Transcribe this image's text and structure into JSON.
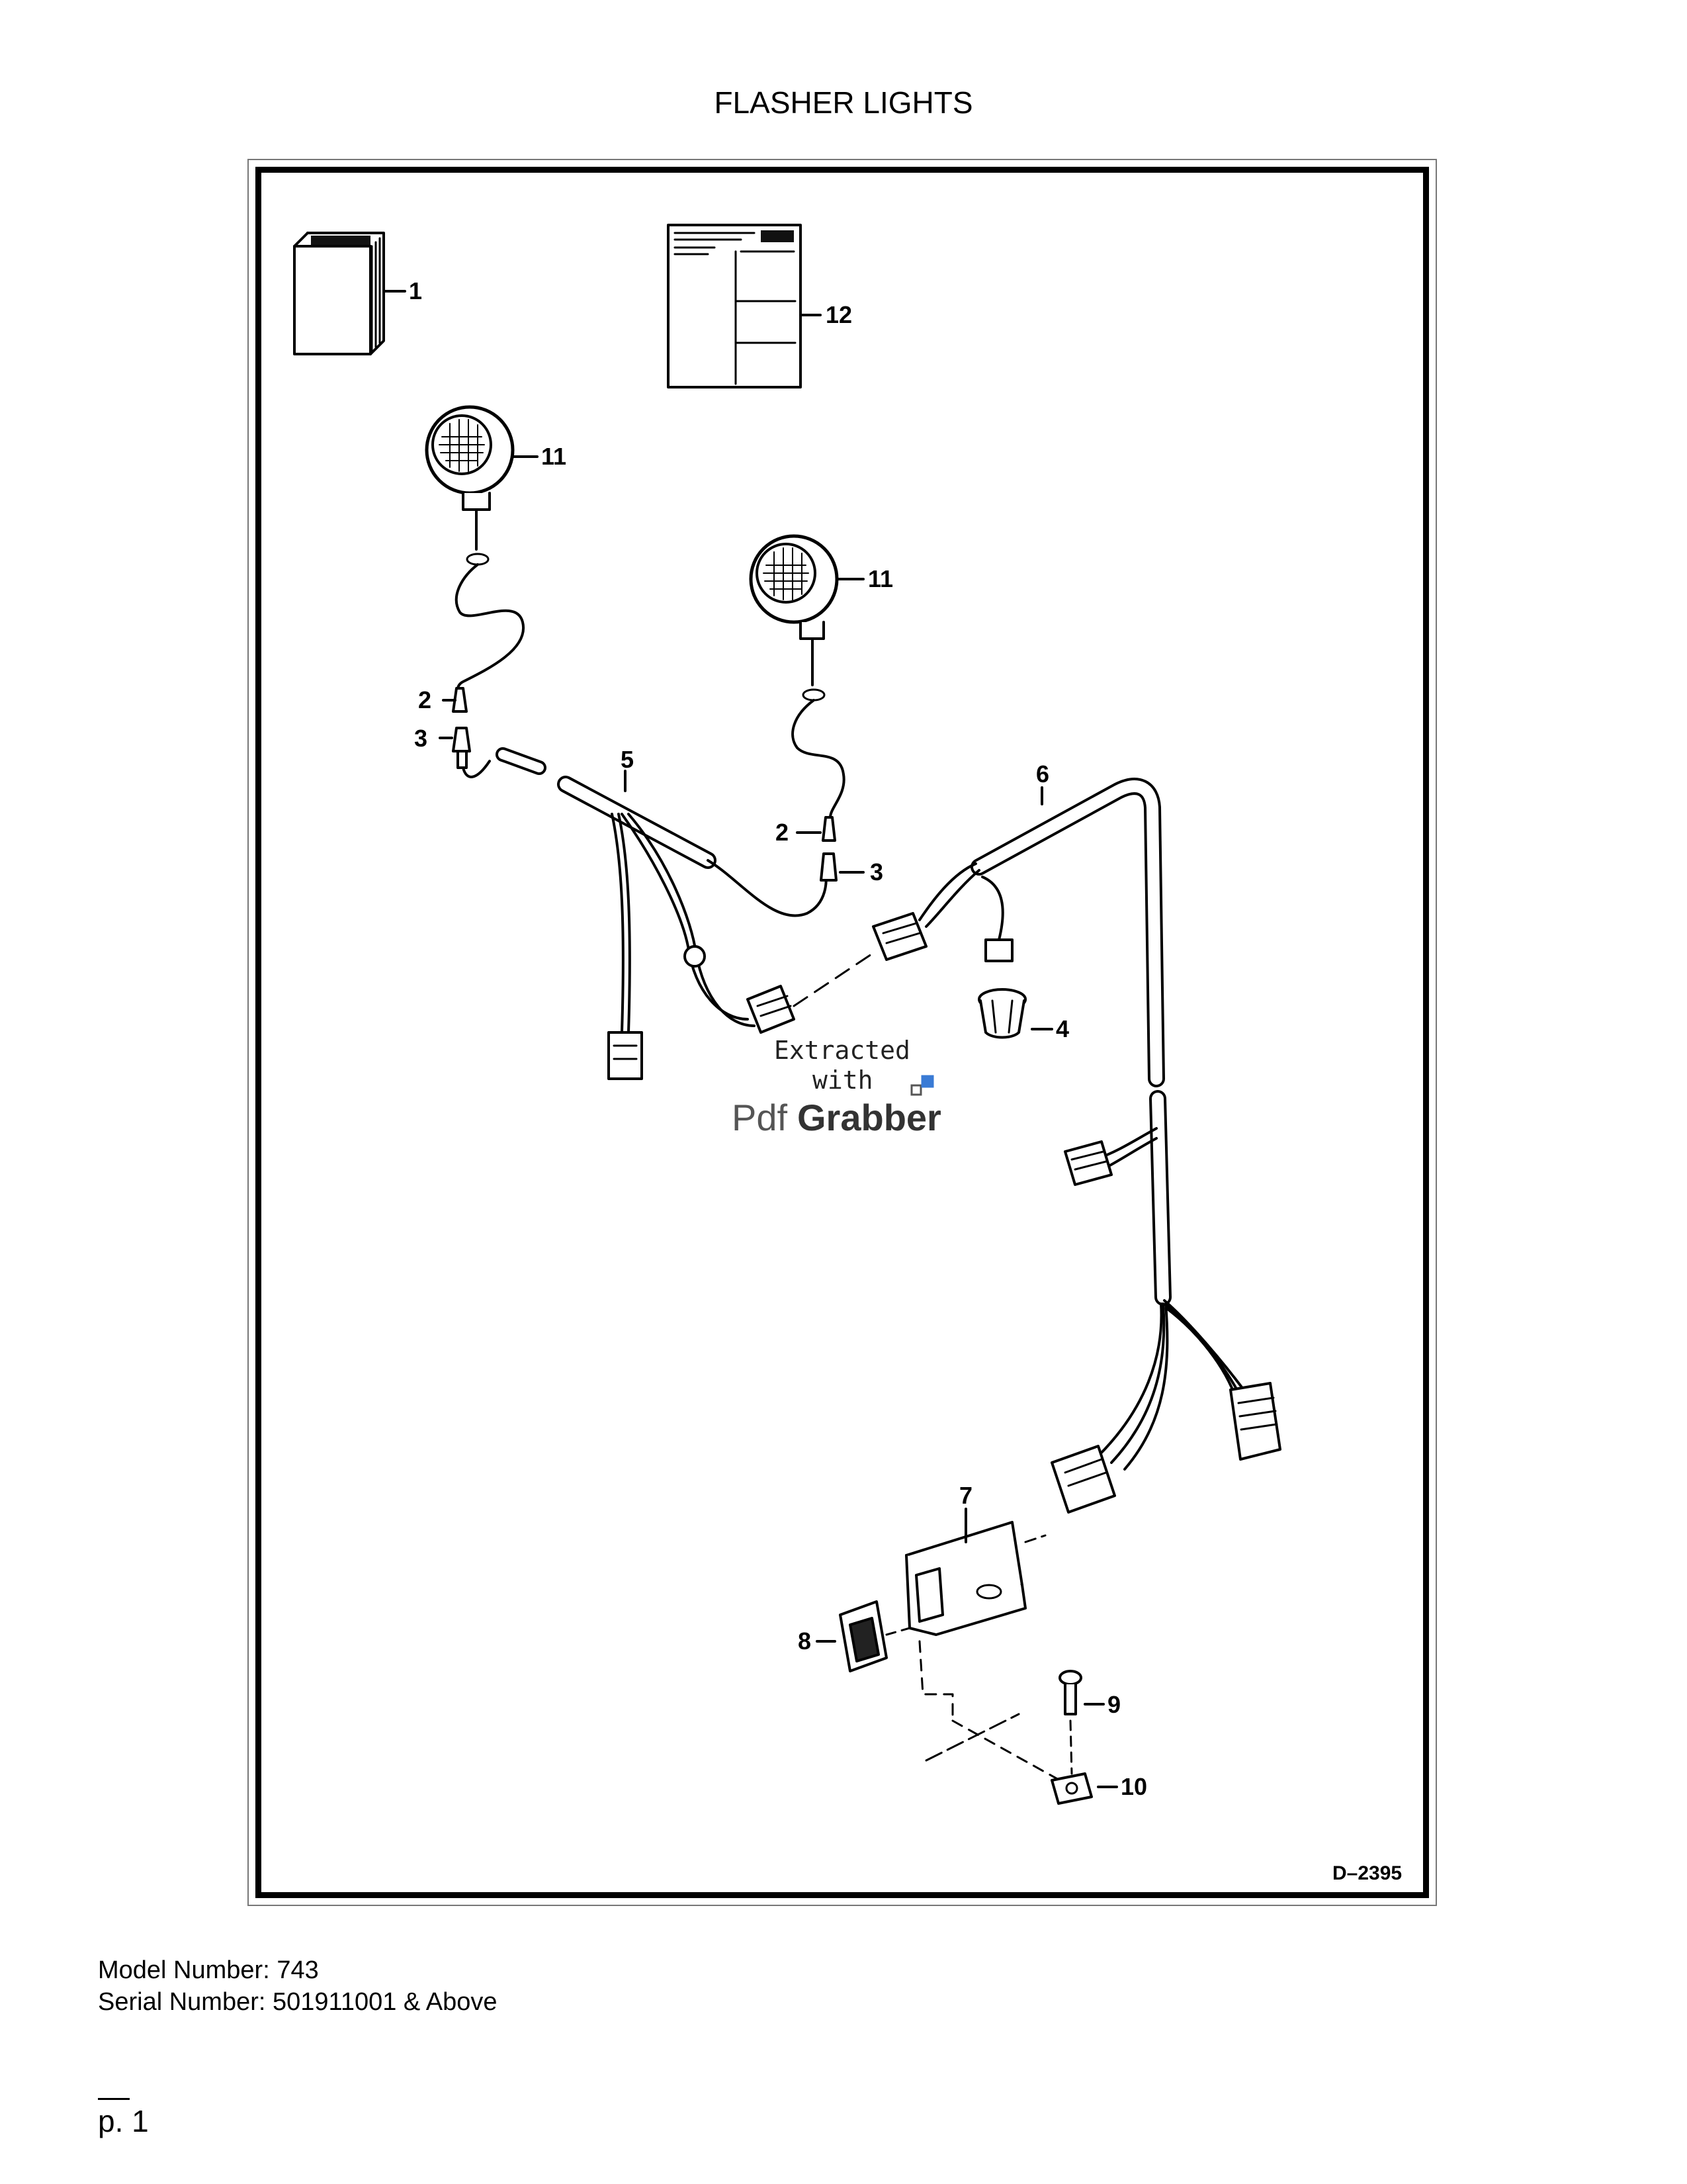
{
  "page": {
    "title": "FLASHER LIGHTS",
    "drawing_id": "D–2395",
    "model_number": "Model Number: 743",
    "serial_number": "Serial Number: 501911001 & Above",
    "page_label": "p. 1"
  },
  "callouts": [
    "1",
    "12",
    "11",
    "11",
    "2",
    "3",
    "5",
    "6",
    "2",
    "3",
    "4",
    "7",
    "8",
    "9",
    "10"
  ],
  "watermark": {
    "line1": "Extracted",
    "line2": "with",
    "brand_pdf": "Pdf",
    "brand_grabber": "Grabber"
  }
}
